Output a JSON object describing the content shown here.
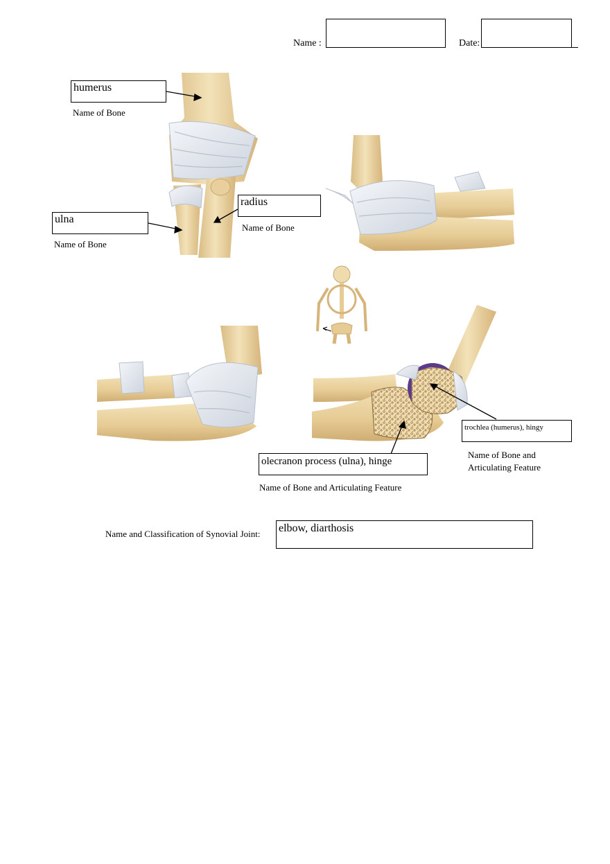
{
  "header": {
    "name_label": "Name :",
    "name_value": "",
    "date_label": "Date:",
    "date_value": ""
  },
  "figure_top_left": {
    "humerus_answer": "humerus",
    "humerus_caption": "Name of Bone",
    "ulna_answer": "ulna",
    "ulna_caption": "Name of Bone",
    "radius_answer": "radius",
    "radius_caption": "Name of Bone"
  },
  "figure_bottom_right": {
    "trochlea_answer": "trochlea (humerus), hingy",
    "trochlea_caption_line1": "Name of Bone and",
    "trochlea_caption_line2": "Articulating Feature",
    "olecranon_answer": "olecranon process (ulna), hinge",
    "olecranon_caption": "Name of Bone and Articulating Feature"
  },
  "joint": {
    "label": "Name and Classification of Synovial Joint:",
    "answer": "elbow, diarthosis"
  },
  "colors": {
    "bone": "#ecd6a6",
    "bone_shade": "#d9bc84",
    "ligament": "#e4e8ee",
    "ligament_line": "#b8c0cc",
    "cartilage_purple": "#5b3a8c",
    "spongy": "#f1dcb0"
  }
}
